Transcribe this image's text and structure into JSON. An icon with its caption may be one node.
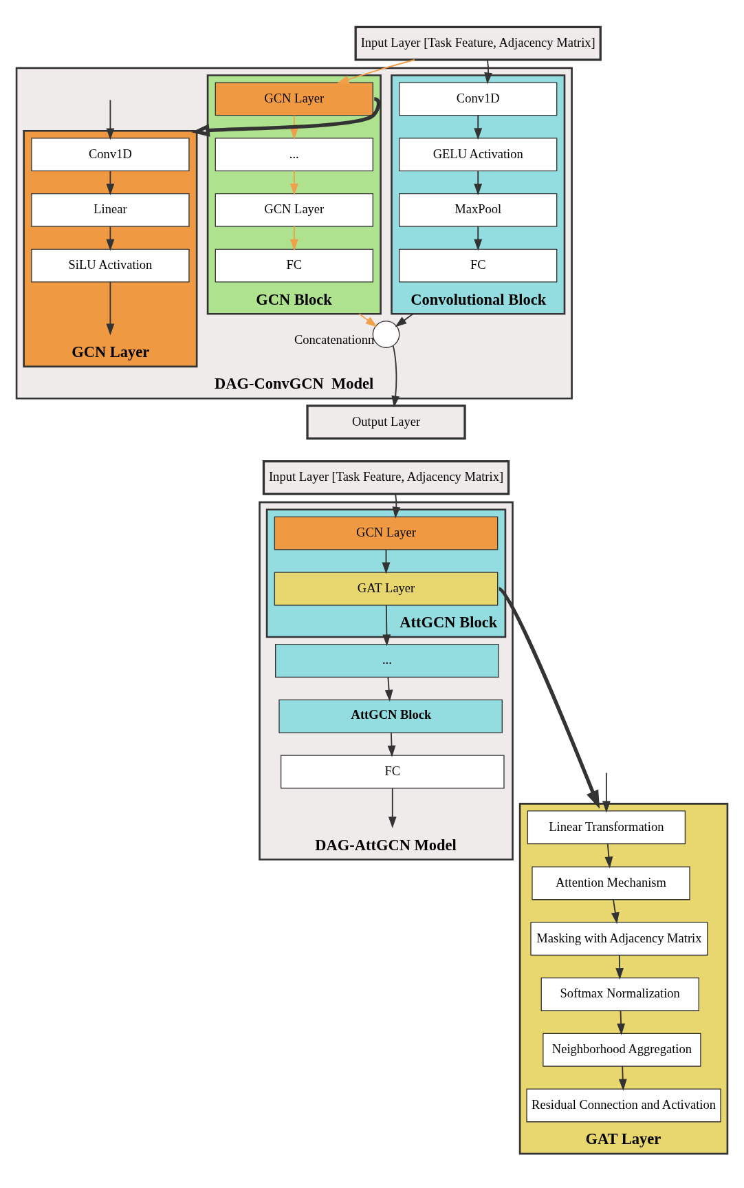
{
  "diagram": {
    "nodes": [
      {
        "text": [
          "Input Layer [Task Feature, Adjacency Matrix]"
        ]
      },
      {
        "text": [
          "DAG-ConvGCN  Model"
        ]
      },
      {
        "text": [
          "Convolutional Block"
        ],
        "in": 1
      },
      {
        "text": [
          "Conv1D"
        ],
        "in": 2
      },
      {
        "text": [
          "GELU Activation"
        ],
        "in": 2
      },
      {
        "text": [
          "MaxPool"
        ],
        "in": 2
      },
      {
        "text": [
          "FC"
        ],
        "in": 2
      },
      {
        "text": [
          "GCN Block"
        ],
        "in": 1
      },
      {
        "text": [
          "GCN Layer"
        ],
        "in": 7
      },
      {
        "text": [
          "..."
        ],
        "in": 7
      },
      {
        "text": [
          "GCN Layer"
        ],
        "in": 7
      },
      {
        "text": [
          "FC"
        ],
        "in": 7
      },
      {
        "text": [
          "GCN Layer"
        ],
        "in": 1
      },
      {
        "text": [
          "Conv1D"
        ],
        "in": 12
      },
      {
        "text": [
          "Linear"
        ],
        "in": 12
      },
      {
        "text": [
          "SiLU Activation"
        ],
        "in": 12
      },
      {
        "text": [],
        "shape": "circle",
        "beside": [
          "Concatenationn"
        ],
        "in": 1
      },
      {
        "text": [
          "Output Layer"
        ]
      },
      {
        "text": [
          "Input Layer [Task Feature, Adjacency Matrix]"
        ]
      },
      {
        "text": [
          "DAG-AttGCN Model"
        ]
      },
      {
        "text": [
          "AttGCN Block"
        ],
        "in": 19
      },
      {
        "text": [
          "GCN Layer"
        ],
        "in": 20
      },
      {
        "text": [
          "GAT Layer"
        ],
        "in": 20
      },
      {
        "text": [
          "..."
        ],
        "in": 19
      },
      {
        "text": [
          "AttGCN Block"
        ],
        "in": 19
      },
      {
        "text": [
          "FC"
        ],
        "in": 19
      },
      {
        "text": [
          "GAT Layer"
        ]
      },
      {
        "text": [
          "Linear Transformation"
        ],
        "in": 26
      },
      {
        "text": [
          "Attention Mechanism"
        ],
        "in": 26
      },
      {
        "text": [
          "Masking with Adjacency Matrix"
        ],
        "in": 26
      },
      {
        "text": [
          "Softmax Normalization"
        ],
        "in": 26
      },
      {
        "text": [
          "Neighborhood Aggregation"
        ],
        "in": 26
      },
      {
        "text": [
          "Residual Connection and Activation"
        ],
        "in": 26
      }
    ],
    "edges": [
      {
        "from": 0,
        "to": 3,
        "arrow": "to"
      },
      {
        "from": 0,
        "to": 8,
        "arrow": "to",
        "color": "#f0a04b"
      },
      {
        "from": 3,
        "to": 4,
        "arrow": "to"
      },
      {
        "from": 4,
        "to": 5,
        "arrow": "to"
      },
      {
        "from": 5,
        "to": 6,
        "arrow": "to"
      },
      {
        "from": 8,
        "to": 9,
        "arrow": "to",
        "color": "#f0a04b"
      },
      {
        "from": 9,
        "to": 10,
        "arrow": "to",
        "color": "#f0a04b"
      },
      {
        "from": 10,
        "to": 11,
        "arrow": "to",
        "color": "#f0a04b"
      },
      {
        "from": 8,
        "to": 12,
        "arrow": "to",
        "style": "thick"
      },
      {
        "from": null,
        "to": 13,
        "arrow": "to"
      },
      {
        "from": 13,
        "to": 14,
        "arrow": "to"
      },
      {
        "from": 14,
        "to": 15,
        "arrow": "to"
      },
      {
        "from": 15,
        "to": null,
        "arrow": "to"
      },
      {
        "from": 2,
        "to": 16,
        "arrow": "to"
      },
      {
        "from": 7,
        "to": 16,
        "arrow": "to",
        "color": "#f0a04b"
      },
      {
        "from": 16,
        "to": 17,
        "arrow": "to"
      },
      {
        "from": 18,
        "to": 21,
        "arrow": "to"
      },
      {
        "from": 21,
        "to": 22,
        "arrow": "to"
      },
      {
        "from": 22,
        "to": 23,
        "arrow": "to"
      },
      {
        "from": 23,
        "to": 24,
        "arrow": "to"
      },
      {
        "from": 24,
        "to": 25,
        "arrow": "to"
      },
      {
        "from": 25,
        "to": null,
        "arrow": "to"
      },
      {
        "from": 22,
        "to": 26,
        "arrow": "to",
        "style": "thick"
      },
      {
        "from": null,
        "to": 27,
        "arrow": "to"
      },
      {
        "from": 27,
        "to": 28,
        "arrow": "to"
      },
      {
        "from": 28,
        "to": 29,
        "arrow": "to"
      },
      {
        "from": 29,
        "to": 30,
        "arrow": "to"
      },
      {
        "from": 30,
        "to": 31,
        "arrow": "to"
      },
      {
        "from": 31,
        "to": 32,
        "arrow": "to"
      }
    ]
  }
}
